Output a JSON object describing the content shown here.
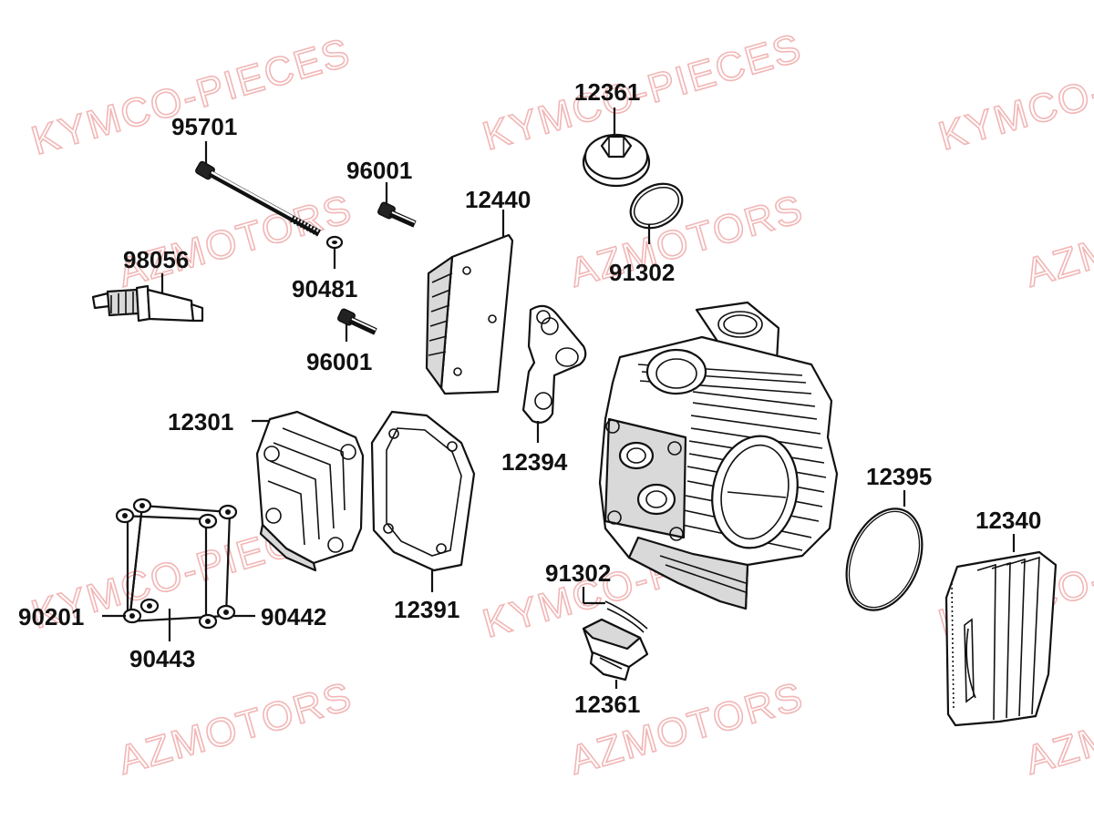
{
  "watermarks": {
    "kymco": "KYMCO-PIECES",
    "azmotors": "AZMOTORS"
  },
  "labels": {
    "p12361_top": "12361",
    "p95701": "95701",
    "p96001_top": "96001",
    "p12440": "12440",
    "p91302_top": "91302",
    "p98056": "98056",
    "p90481": "90481",
    "p96001_mid": "96001",
    "p12301": "12301",
    "p12394": "12394",
    "p12395": "12395",
    "p12340": "12340",
    "p91302_bottom": "91302",
    "p12391": "12391",
    "p90201": "90201",
    "p90442": "90442",
    "p90443": "90443",
    "p12361_bottom": "12361"
  },
  "colors": {
    "watermark": "#f2b6b6",
    "line": "#111111"
  }
}
